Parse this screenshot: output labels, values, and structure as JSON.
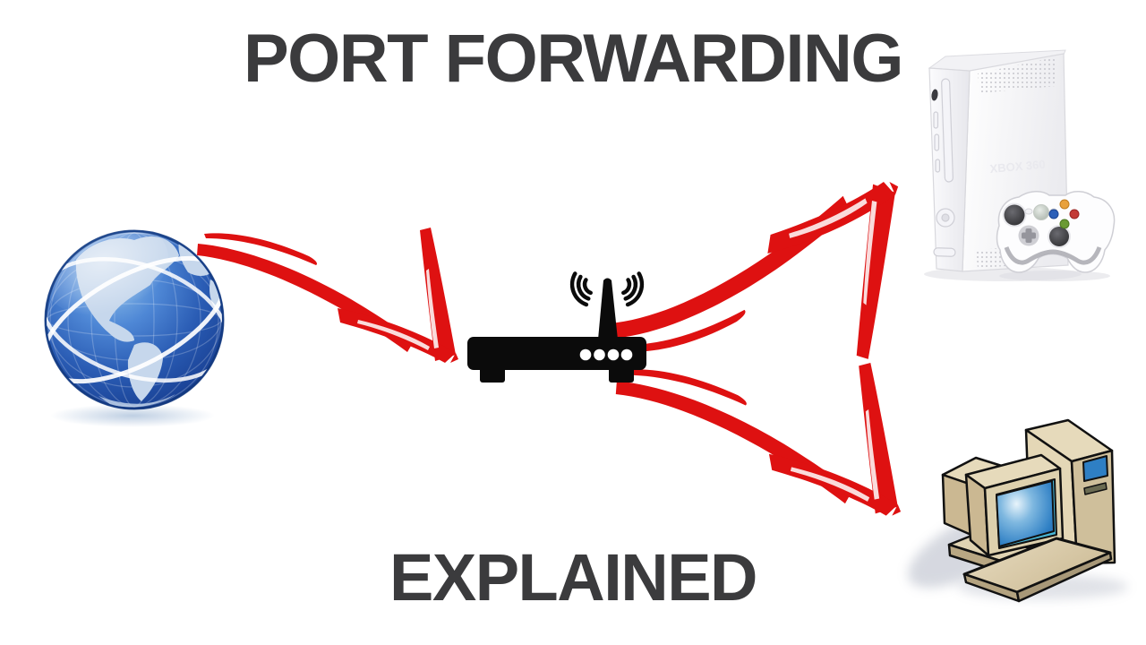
{
  "heading": {
    "top": "PORT FORWARDING",
    "bottom": "EXPLAINED"
  },
  "xbox": {
    "embossed": "XBOX 360"
  },
  "colors": {
    "background": "#ffffff",
    "heading_text": "#3b3b3d",
    "arrow_red": "#de1111",
    "router_black": "#0b0b0b",
    "globe_ocean": "#2a5cb4",
    "globe_land": "#c6d7ec",
    "crt_screen_blue": "#2e7fc4",
    "computer_beige": "#d8c9a6",
    "xbox_white": "#f6f6f8"
  },
  "diagram": {
    "nodes": [
      {
        "id": "internet",
        "icon": "globe-icon"
      },
      {
        "id": "router",
        "icon": "wireless-router-icon"
      },
      {
        "id": "game-console",
        "icon": "xbox-360-icon"
      },
      {
        "id": "desktop-pc",
        "icon": "desktop-computer-icon"
      }
    ],
    "edges": [
      {
        "from": "internet",
        "to": "router",
        "style": "red-brush-arrow"
      },
      {
        "from": "router",
        "to": "game-console",
        "style": "red-brush-arrow"
      },
      {
        "from": "router",
        "to": "desktop-pc",
        "style": "red-brush-arrow"
      }
    ]
  }
}
